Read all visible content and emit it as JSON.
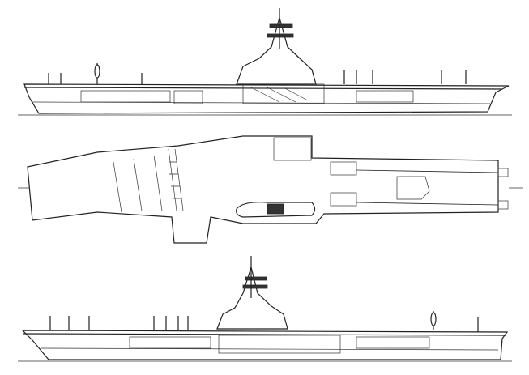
{
  "drawing": {
    "views": [
      "starboard-profile",
      "flight-deck-plan",
      "port-profile"
    ],
    "colors": {
      "ink": "#222222",
      "paper": "#ffffff"
    }
  }
}
